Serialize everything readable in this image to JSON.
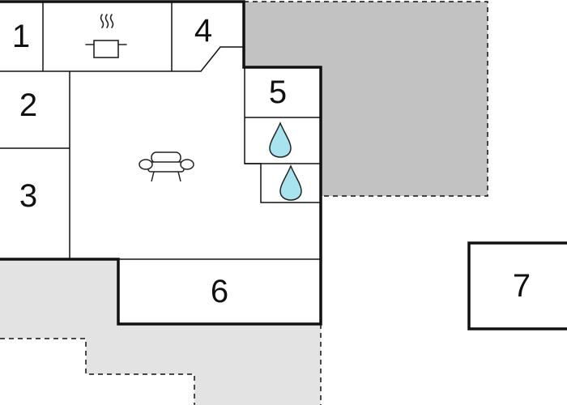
{
  "plan": {
    "rooms": [
      {
        "label": "1"
      },
      {
        "label": "2"
      },
      {
        "label": "3"
      },
      {
        "label": "4"
      },
      {
        "label": "5"
      },
      {
        "label": "6"
      },
      {
        "label": "7"
      }
    ],
    "icons": [
      "cooking-pot-icon",
      "armchair-icon",
      "water-drop-icon",
      "water-drop-icon"
    ],
    "colors": {
      "wall": "#111111",
      "terrace_dark": "#c2c2c2",
      "terrace_light": "#e3e3e3",
      "water_drop": "#a8e4ef"
    }
  }
}
